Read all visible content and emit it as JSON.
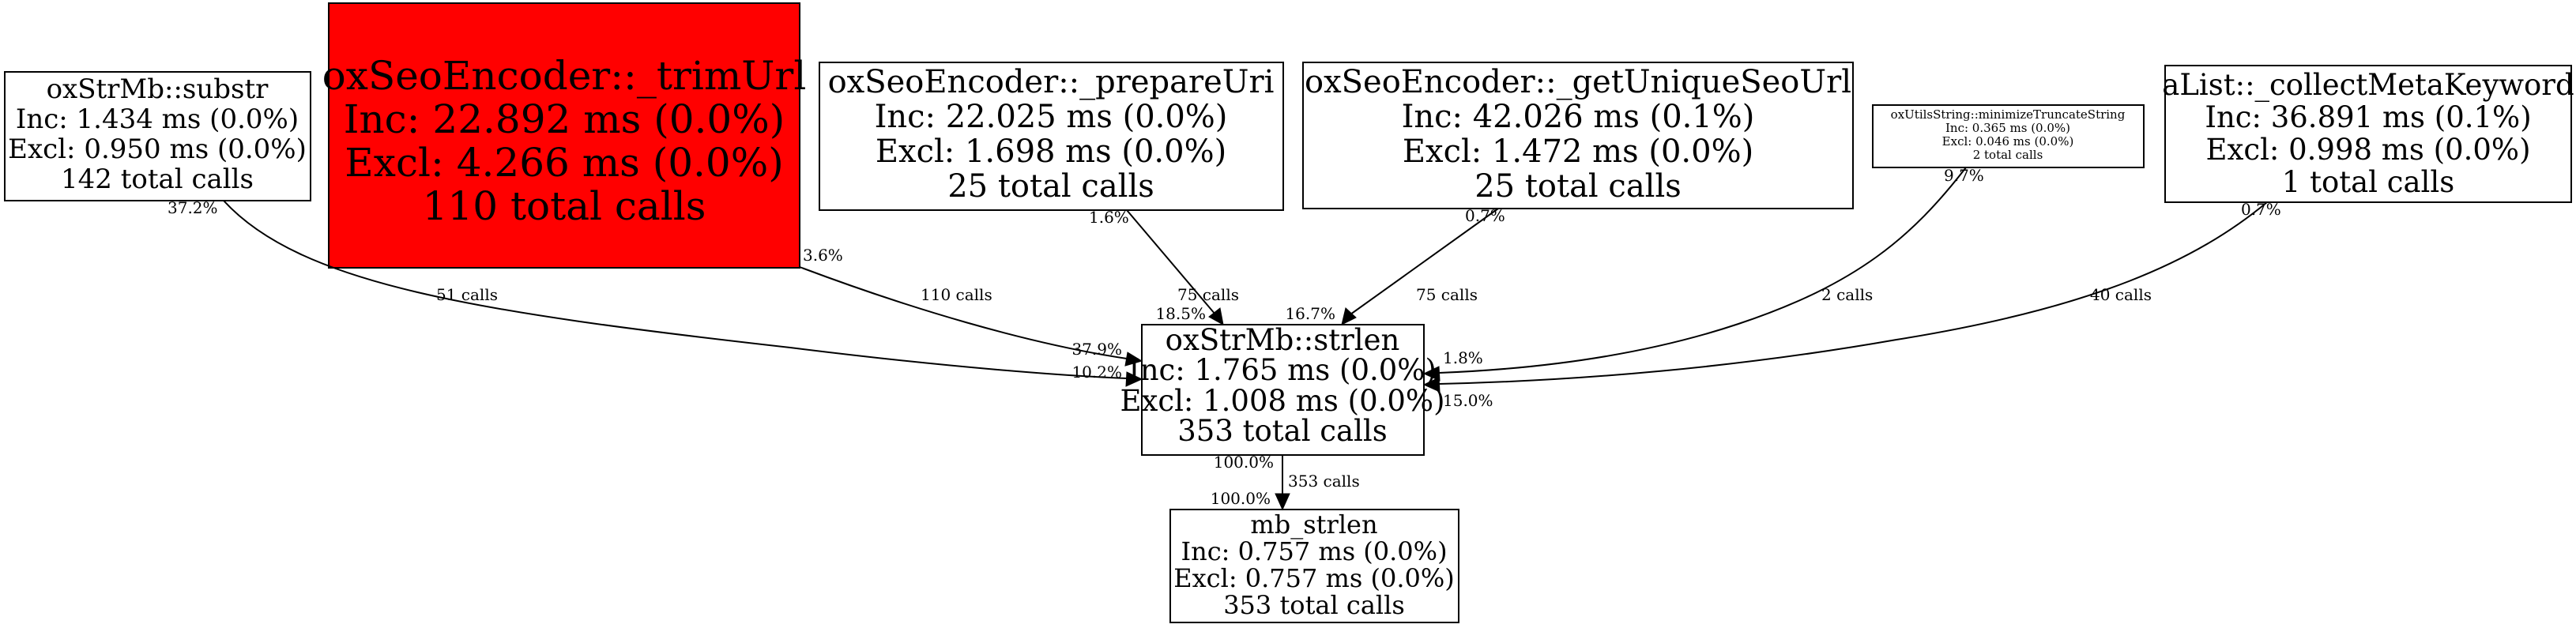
{
  "nodes": {
    "substr": {
      "name": "oxStrMb::substr",
      "inc": "Inc: 1.434 ms (0.0%)",
      "excl": "Excl: 0.950 ms (0.0%)",
      "calls": "142 total calls"
    },
    "trimUrl": {
      "name": "oxSeoEncoder::_trimUrl",
      "inc": "Inc: 22.892 ms (0.0%)",
      "excl": "Excl: 4.266 ms (0.0%)",
      "calls": "110 total calls",
      "fill": "#ff0000"
    },
    "prepareUri": {
      "name": "oxSeoEncoder::_prepareUri",
      "inc": "Inc: 22.025 ms (0.0%)",
      "excl": "Excl: 1.698 ms (0.0%)",
      "calls": "25 total calls"
    },
    "getUniqueSeoUrl": {
      "name": "oxSeoEncoder::_getUniqueSeoUrl",
      "inc": "Inc: 42.026 ms (0.1%)",
      "excl": "Excl: 1.472 ms (0.0%)",
      "calls": "25 total calls"
    },
    "minimize": {
      "name": "oxUtilsString::minimizeTruncateString",
      "inc": "Inc: 0.365 ms (0.0%)",
      "excl": "Excl: 0.046 ms (0.0%)",
      "calls": "2 total calls"
    },
    "collectMeta": {
      "name": "aList::_collectMetaKeyword",
      "inc": "Inc: 36.891 ms (0.1%)",
      "excl": "Excl: 0.998 ms (0.0%)",
      "calls": "1 total calls"
    },
    "strlen": {
      "name": "oxStrMb::strlen",
      "inc": "Inc: 1.765 ms (0.0%)",
      "excl": "Excl: 1.008 ms (0.0%)",
      "calls": "353 total calls"
    },
    "mbStrlen": {
      "name": "mb_strlen",
      "inc": "Inc: 0.757 ms (0.0%)",
      "excl": "Excl: 0.757 ms (0.0%)",
      "calls": "353 total calls"
    }
  },
  "edges": {
    "substr_strlen": {
      "tail": "37.2%",
      "calls": "51 calls",
      "head": "10.2%"
    },
    "trimUrl_strlen": {
      "tail": "3.6%",
      "calls": "110 calls",
      "head": "37.9%"
    },
    "prepareUri_strlen": {
      "tail": "1.6%",
      "calls": "75 calls",
      "head": "18.5%"
    },
    "getUniqueSeoUrl_strlen": {
      "tail": "0.7%",
      "calls": "75 calls",
      "head": "16.7%"
    },
    "minimize_strlen": {
      "tail": "9.7%",
      "calls": "2 calls",
      "head": "1.8%"
    },
    "collectMeta_strlen": {
      "tail": "0.7%",
      "calls": "40 calls",
      "head": "15.0%"
    },
    "strlen_mbStrlen": {
      "tail": "100.0%",
      "calls": "353 calls",
      "head": "100.0%"
    }
  }
}
